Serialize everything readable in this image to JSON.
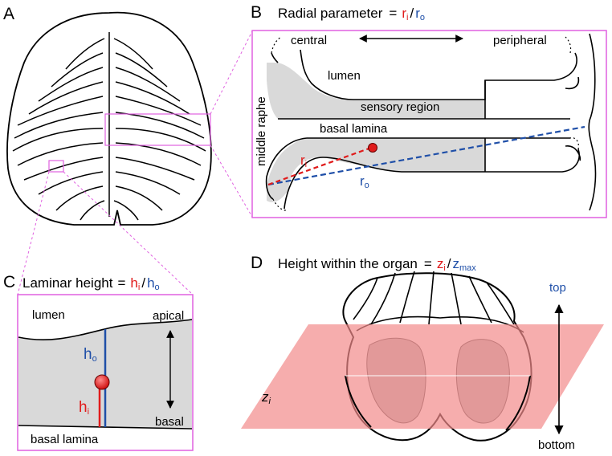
{
  "panels": {
    "A": {
      "letter": "A"
    },
    "B": {
      "letter": "B",
      "title_prefix": "Radial parameter",
      "eq": "=",
      "num_main": "r",
      "num_sub": "i",
      "slash": "/",
      "den_main": "r",
      "den_sub": "o",
      "labels": {
        "central": "central",
        "peripheral": "peripheral",
        "lumen": "lumen",
        "sensory_region": "sensory region",
        "basal_lamina": "basal lamina",
        "middle_raphe": "middle raphe",
        "ri_main": "r",
        "ri_sub": "i",
        "ro_main": "r",
        "ro_sub": "o"
      }
    },
    "C": {
      "letter": "C",
      "title_prefix": "Laminar height",
      "eq": "=",
      "num_main": "h",
      "num_sub": "i",
      "slash": "/",
      "den_main": "h",
      "den_sub": "o",
      "labels": {
        "lumen": "lumen",
        "apical": "apical",
        "basal": "basal",
        "basal_lamina": "basal lamina",
        "ho_main": "h",
        "ho_sub": "o",
        "hi_main": "h",
        "hi_sub": "i"
      }
    },
    "D": {
      "letter": "D",
      "title_prefix": "Height within the organ",
      "eq": "=",
      "num_main": "z",
      "num_sub": "i",
      "slash": "/",
      "den_main": "z",
      "den_sub": "max",
      "labels": {
        "top": "top",
        "bottom": "bottom",
        "zi_main": "z",
        "zi_sub": "i"
      }
    }
  },
  "colors": {
    "red": "#e01b1b",
    "blue": "#1f4fa8",
    "magenta": "#e060e0",
    "region_fill": "#d9d9d9",
    "plane_fill": "#f28a8a"
  }
}
